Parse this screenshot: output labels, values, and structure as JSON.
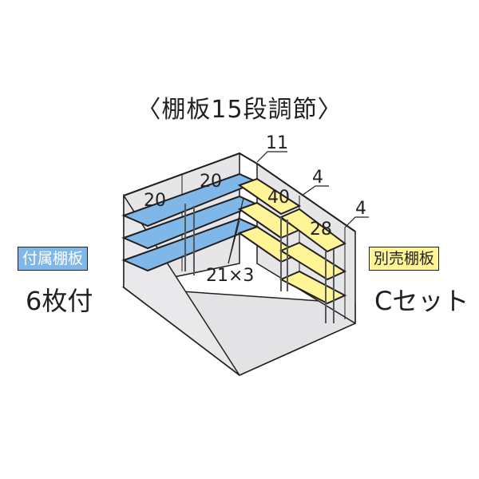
{
  "title": "〈棚板15段調節〉",
  "left_badge": {
    "label": "付属棚板",
    "color": "#7fb8e8"
  },
  "left_sub": "6枚付",
  "right_badge": {
    "label": "別売棚板",
    "color": "#fff596"
  },
  "right_sub": "Cセット",
  "diagram": {
    "labels": {
      "back_left_shelf": "20",
      "back_mid_shelf": "20",
      "corner": "11",
      "side_shelf": "40",
      "side_mid": "4",
      "front_shelf": "28",
      "front_end": "4",
      "shelf_levels": "21×3"
    },
    "colors": {
      "included_shelf": "#7fb8e8",
      "optional_shelf": "#fff596",
      "wall": "#e6e6e8",
      "floor": "#e3e3e5",
      "outline": "#231f20"
    }
  }
}
